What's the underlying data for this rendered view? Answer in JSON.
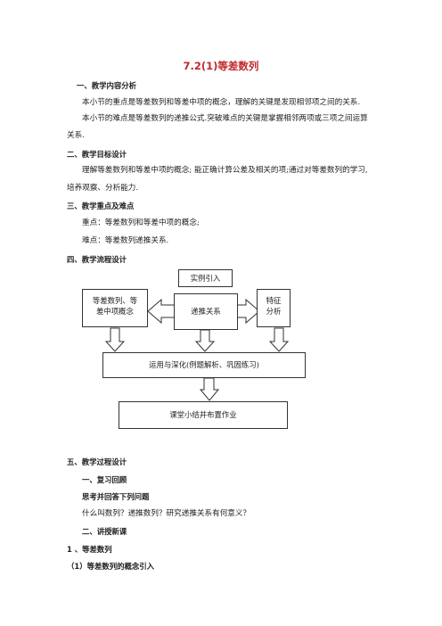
{
  "title": "7.2(1)等差数列",
  "section1": {
    "heading": "一、教学内容分析",
    "p1": "本小节的重点是等差数列和等差中项的概念，理解的关键是发现相邻项之间的关系.",
    "p2a": "本小节的难点是等差数列的递推公式.突破难点的关键是掌握相邻两项或三项之间运算",
    "p2b": "关系."
  },
  "section2": {
    "heading": "二、教学目标设计",
    "p1a": "理解等差数列和等差中项的概念; 能正确计算公差及相关的项;通过对等差数列的学习,",
    "p1b": "培养观察、分析能力."
  },
  "section3": {
    "heading": "三、教学重点及难点",
    "key": "重点：等差数列和等差中项的概念;",
    "difficult": "难点：等差数列递推关系."
  },
  "section4": {
    "heading": "四、教学流程设计",
    "flow": {
      "example": "实例引入",
      "concept_line1": "等差数列、等",
      "concept_line2": "差中项概念",
      "recursive": "递推关系",
      "feature_line1": "特征",
      "feature_line2": "分析",
      "apply": "运用与深化(例题解析、巩固练习)",
      "summary": "课堂小结并布置作业"
    }
  },
  "section5": {
    "heading": "五、教学过程设计",
    "sub1": "一、复习回顾",
    "sub1_q": "思考并回答下列问题",
    "sub1_text": "什么叫数列？递推数列？研究递推关系有何意义？",
    "sub2": "二、讲授新课",
    "item1": "1 、等差数列",
    "item1_1": "（1）等差数列的概念引入"
  },
  "colors": {
    "title": "#c0282d",
    "text": "#222222"
  }
}
